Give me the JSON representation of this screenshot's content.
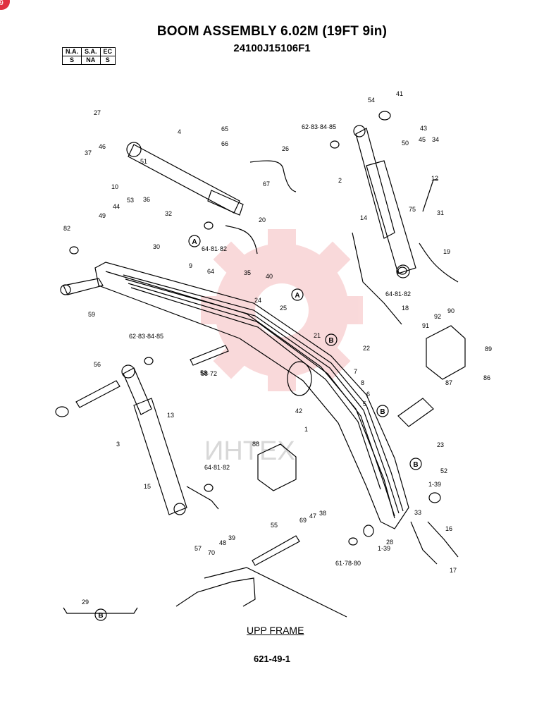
{
  "header": {
    "title": "BOOM ASSEMBLY 6.02M (19FT 9in)",
    "part_number": "24100J15106F1",
    "corner_badge": "9"
  },
  "region_table": {
    "headers": [
      "N.A.",
      "S.A.",
      "EC"
    ],
    "values": [
      "S",
      "NA",
      "S"
    ]
  },
  "watermark": {
    "text": "ИНТЕХ",
    "color": "#e8585a"
  },
  "detail_labels": [
    "A",
    "B"
  ],
  "callouts": [
    "1",
    "2",
    "3",
    "4",
    "5",
    "6",
    "7",
    "8",
    "9",
    "10",
    "12",
    "13",
    "14",
    "15",
    "16",
    "17",
    "18",
    "19",
    "20",
    "21",
    "22",
    "23",
    "24",
    "25",
    "26",
    "27",
    "28",
    "29",
    "30",
    "31",
    "32",
    "33",
    "34",
    "35",
    "36",
    "37",
    "38",
    "39",
    "40",
    "41",
    "42",
    "43",
    "44",
    "45",
    "46",
    "47",
    "48",
    "49",
    "50",
    "51",
    "52",
    "53",
    "54",
    "55",
    "56",
    "57",
    "58",
    "59",
    "64",
    "65",
    "66",
    "67",
    "69",
    "70",
    "75",
    "82",
    "86",
    "87",
    "88",
    "89",
    "90",
    "91",
    "92"
  ],
  "compound_callouts": [
    "62·83·84·85",
    "64·81·82",
    "58·72",
    "61·78·80",
    "1-39"
  ],
  "frame_label": "UPP FRAME",
  "page_number": "621-49-1"
}
